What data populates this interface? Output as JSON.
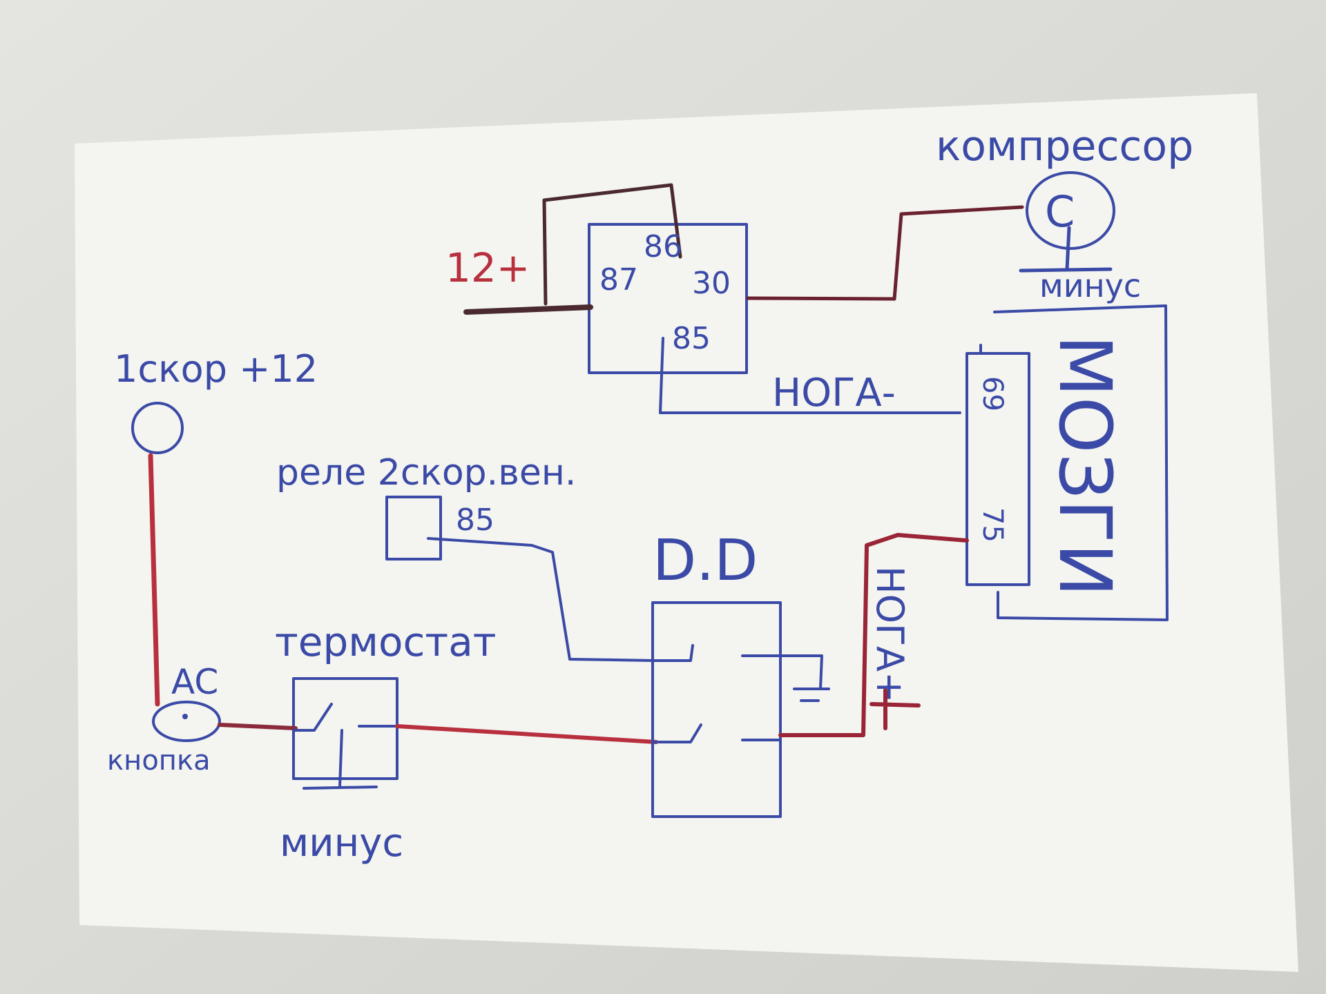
{
  "diagram": {
    "colors": {
      "background": "#dcdcd8",
      "card": "#f4f4f0",
      "blue_ink": "#3a4aa6",
      "red_ink": "#b8303e",
      "dark_wire": "#4a2a2e"
    },
    "labels": {
      "kompressor": "компрессор",
      "kompressor_symbol": "C",
      "minus_top": "минус",
      "plus_12": "12+",
      "relay_pin_86": "86",
      "relay_pin_87": "87",
      "relay_pin_30": "30",
      "relay_pin_85": "85",
      "noga_minus": "НОГА-",
      "ecu_pin_69": "69",
      "ecu_pin_75": "75",
      "ecu_name": "МОЗГИ",
      "skor1": "1скор +12",
      "rele2": "реле 2скор.вен.",
      "rele2_pin": "85",
      "dd": "D.D",
      "noga_plus": "НОГА+",
      "termostat": "термостат",
      "ac": "AC",
      "knopka": "кнопка",
      "minus_bottom": "минус"
    }
  }
}
